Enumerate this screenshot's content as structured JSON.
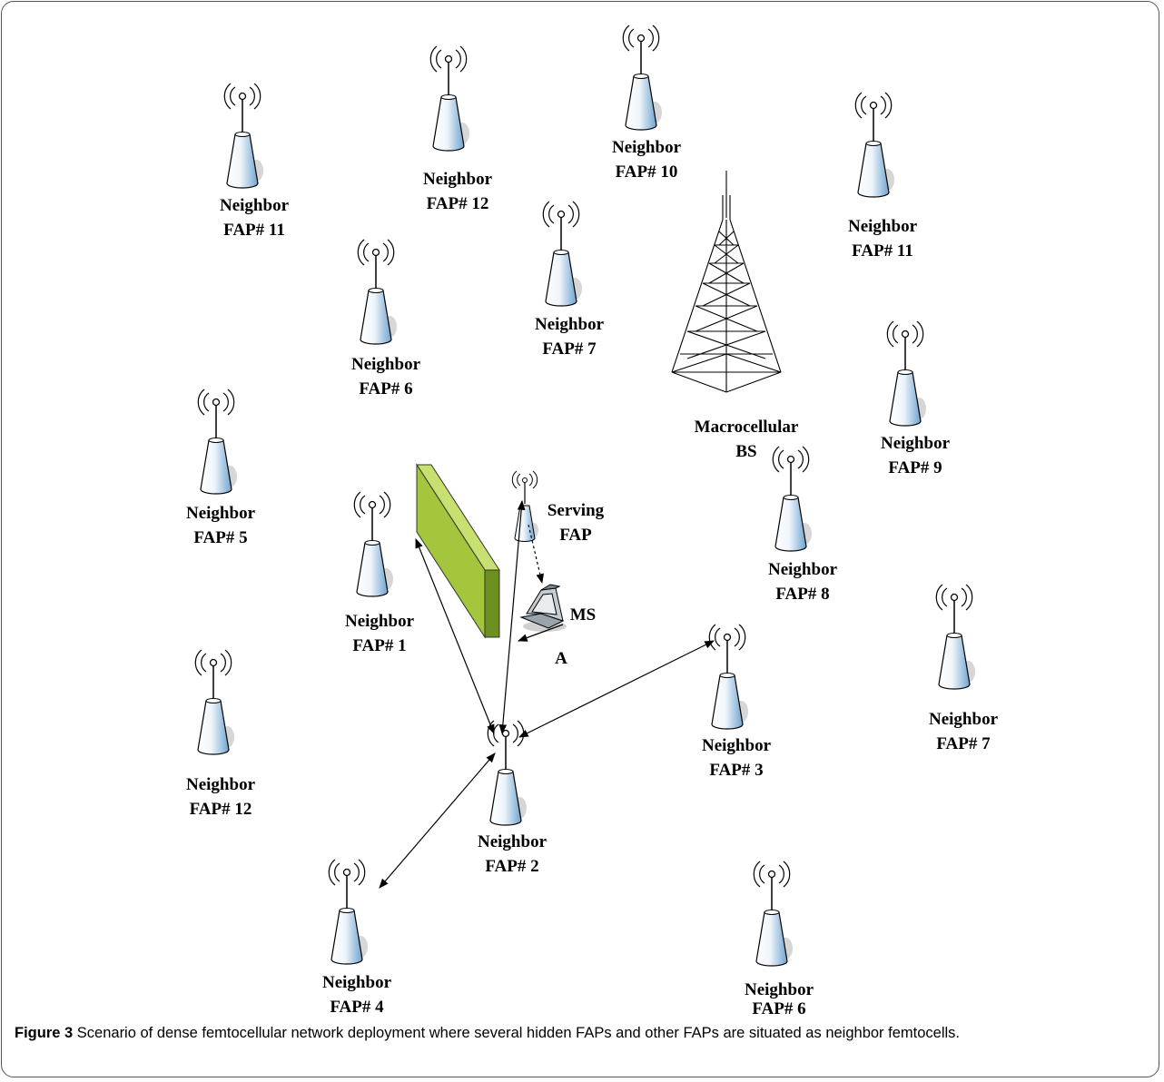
{
  "figure": {
    "label": "Figure 3",
    "caption": "Scenario of dense femtocellular network deployment where several hidden FAPs and other FAPs are situated as neighbor femtocells."
  },
  "colors": {
    "wall_front": "#a4c63c",
    "wall_top": "#c8e070",
    "wall_side": "#6c9020",
    "antenna_light": "#ffffff",
    "antenna_shade": "#6fa3cf",
    "shadow": "#d6d6d6"
  },
  "icons": {
    "femtocell": "femtocell-antenna-icon",
    "macro": "macro-tower-icon",
    "phone": "mobile-phone-icon",
    "wall": "obstacle-wall"
  },
  "nodes": {
    "n11a": {
      "line1": "Neighbor",
      "line2": "FAP# 11"
    },
    "n12a": {
      "line1": "Neighbor",
      "line2": "FAP# 12"
    },
    "n10": {
      "line1": "Neighbor",
      "line2": "FAP# 10"
    },
    "n11b": {
      "line1": "Neighbor",
      "line2": "FAP# 11"
    },
    "n7a": {
      "line1": "Neighbor",
      "line2": "FAP# 7"
    },
    "n6a": {
      "line1": "Neighbor",
      "line2": "FAP# 6"
    },
    "n5": {
      "line1": "Neighbor",
      "line2": "FAP# 5"
    },
    "n9": {
      "line1": "Neighbor",
      "line2": "FAP# 9"
    },
    "n1": {
      "line1": "Neighbor",
      "line2": "FAP# 1"
    },
    "n8": {
      "line1": "Neighbor",
      "line2": "FAP# 8"
    },
    "n12b": {
      "line1": "Neighbor",
      "line2": "FAP# 12"
    },
    "n3": {
      "line1": "Neighbor",
      "line2": "FAP# 3"
    },
    "n7b": {
      "line1": "Neighbor",
      "line2": "FAP# 7"
    },
    "n2": {
      "line1": "Neighbor",
      "line2": "FAP# 2"
    },
    "n4": {
      "line1": "Neighbor",
      "line2": "FAP# 4"
    },
    "n6b": {
      "line1": "Neighbor",
      "line2": "FAP# 6"
    },
    "serving": {
      "line1": "Serving",
      "line2": "FAP"
    },
    "macro": {
      "line1": "Macrocellular",
      "line2": "BS"
    },
    "ms": {
      "label": "MS"
    },
    "a": {
      "label": "A"
    }
  }
}
